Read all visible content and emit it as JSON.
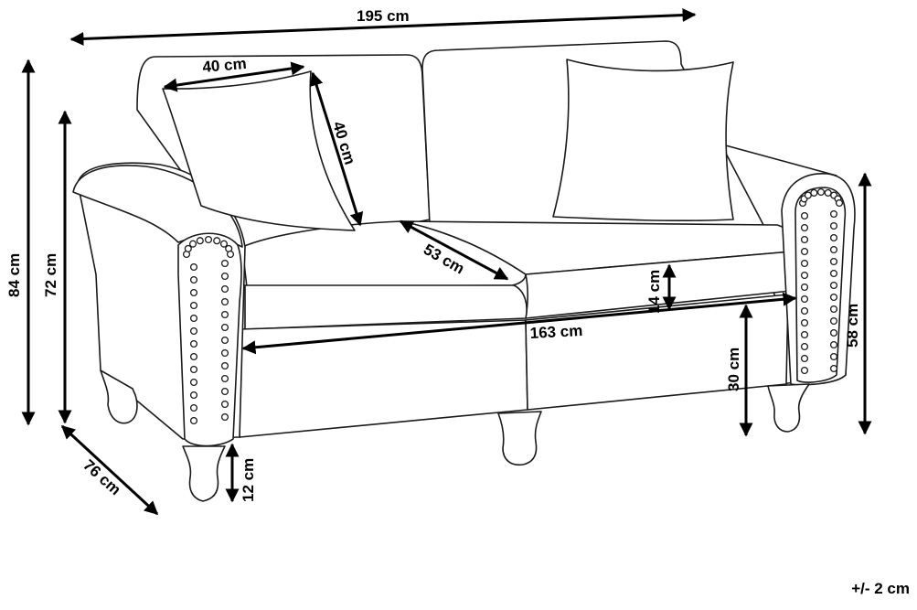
{
  "diagram": {
    "subject": "sofa-dimensions",
    "dimensions": {
      "overall_width": "195 cm",
      "pillow_width": "40 cm",
      "pillow_height": "40 cm",
      "seat_depth": "53 cm",
      "cushion_height": "14 cm",
      "seat_width": "163 cm",
      "seat_height": "30 cm",
      "leg_height": "12 cm",
      "overall_depth": "76 cm",
      "overall_height": "84 cm",
      "back_height": "72 cm",
      "arm_height": "58 cm"
    },
    "tolerance": "+/- 2 cm"
  }
}
